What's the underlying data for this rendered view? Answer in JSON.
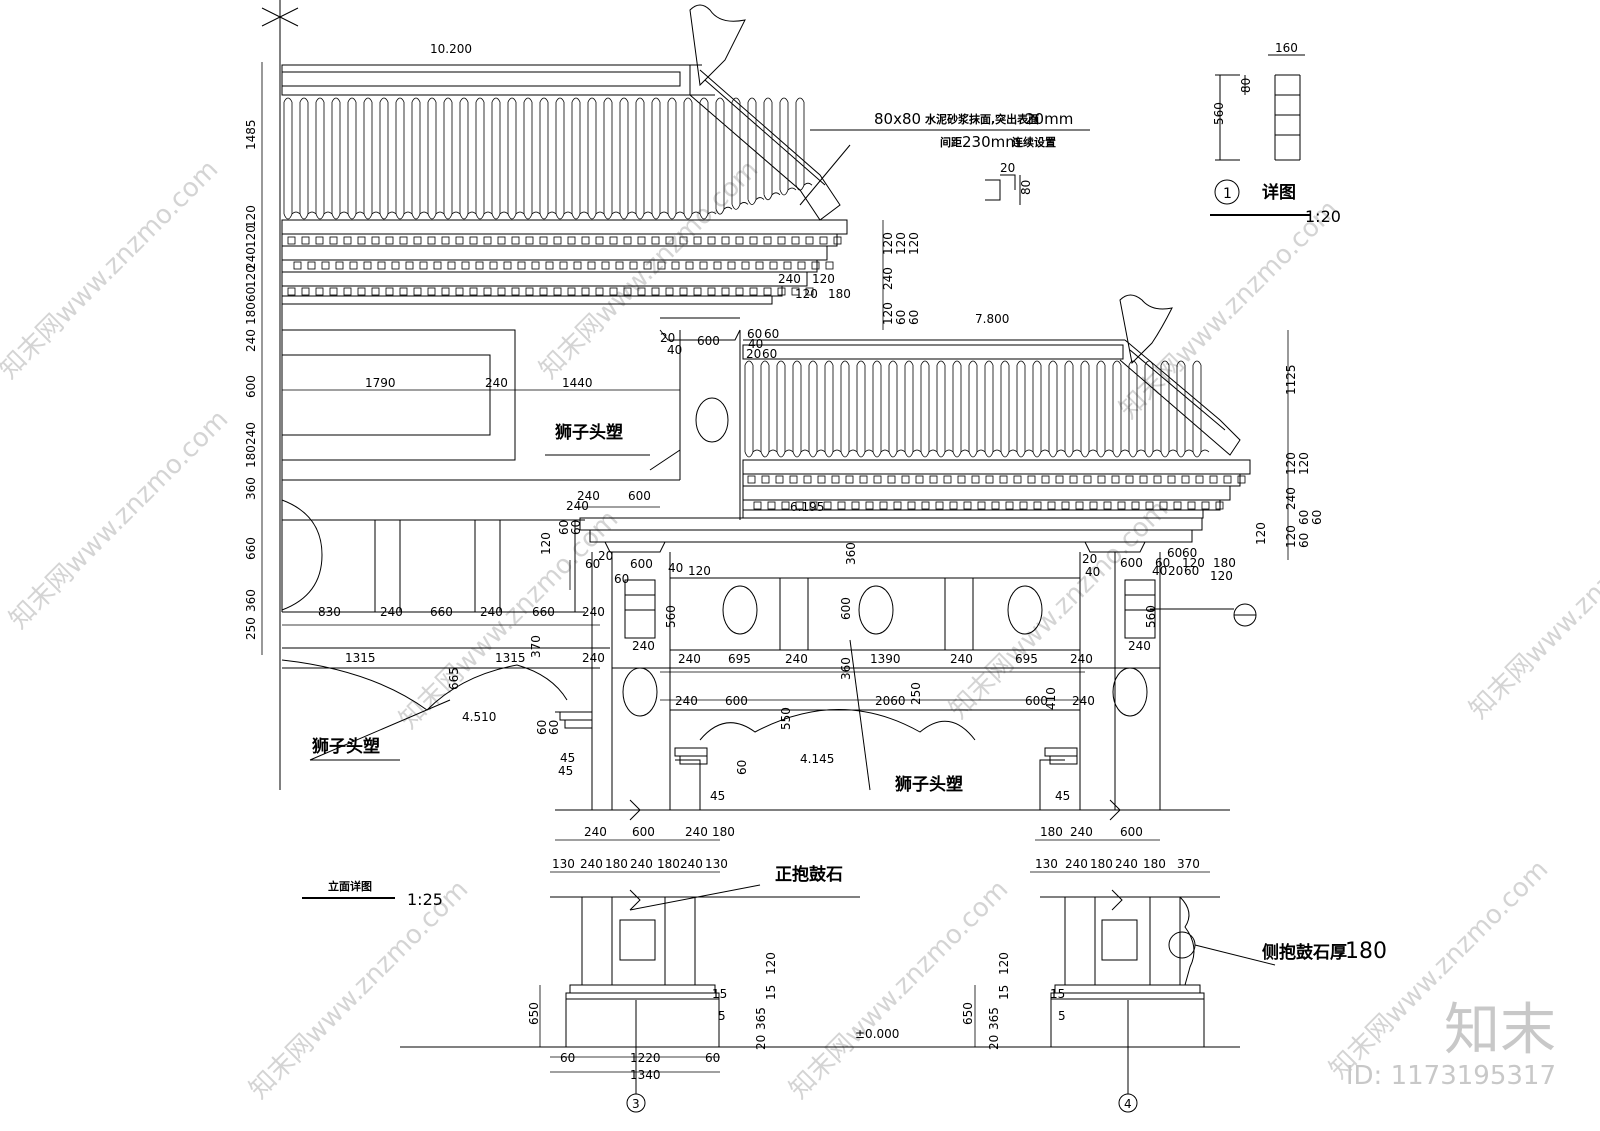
{
  "elevations": {
    "top": "10.200",
    "mid": "7.800",
    "beam": "6.195",
    "arch_left": "4.510",
    "arch_right": "4.145",
    "ground": "±0.000"
  },
  "labels": {
    "lion_upper": "狮子头塑",
    "lion_left": "狮子头塑",
    "lion_center": "狮子头塑",
    "front_drum": "正抱鼓石",
    "side_drum": "侧抱鼓石厚",
    "side_drum_value": "180",
    "detail_title": "详图",
    "detail_num": "1",
    "detail_scale": "1:20",
    "elev_title": "立面详图",
    "elev_scale": "1:25",
    "note1_size": "80x80",
    "note1_text": "水泥砂浆抹面,突出表面",
    "note1_val": "20mm",
    "note2_a": "间距",
    "note2_b": "230mm",
    "note2_c": "连续设置",
    "axis_3": "3",
    "axis_4": "4"
  },
  "dims_left_vertical": [
    "1485",
    "120",
    "120",
    "240",
    "120",
    "60",
    "180",
    "240",
    "600",
    "240",
    "180",
    "360",
    "660",
    "360",
    "250"
  ],
  "dims_right_vertical_upper": [
    "120",
    "120",
    "120",
    "240",
    "120",
    "60",
    "60"
  ],
  "dims_right_vertical_mid": [
    "1125",
    "120",
    "120",
    "240",
    "120",
    "60",
    "60",
    "60"
  ],
  "dims_wall_top": [
    "1790",
    "240",
    "1440"
  ],
  "dims_wall_lower": [
    "830",
    "240",
    "660",
    "240",
    "660",
    "240"
  ],
  "dims_arch_left": [
    "1315",
    "1315",
    "240",
    "665",
    "370"
  ],
  "dims_center_row1": [
    "240",
    "695",
    "240",
    "1390",
    "240",
    "695",
    "240"
  ],
  "dims_center_row2": [
    "240",
    "600",
    "2060",
    "600",
    "240"
  ],
  "dims_center_vert": [
    "360",
    "600",
    "360",
    "250",
    "550",
    "410"
  ],
  "dims_eave": [
    "240",
    "120",
    "120",
    "180"
  ],
  "dims_beam_top": [
    "20",
    "600",
    "40",
    "60",
    "60",
    "40",
    "20",
    "60"
  ],
  "dims_pillar_top_left": [
    "240",
    "600",
    "120",
    "60",
    "60",
    "20",
    "60",
    "600",
    "40",
    "120",
    "60"
  ],
  "dims_pillar_top_right": [
    "20",
    "600",
    "40",
    "60",
    "120",
    "180",
    "60",
    "60",
    "40",
    "120",
    "20",
    "60",
    "120"
  ],
  "dims_pillar_small": [
    "560",
    "240",
    "240",
    "560",
    "240"
  ],
  "dims_step": [
    "60",
    "60",
    "60",
    "45",
    "45",
    "45",
    "45"
  ],
  "dims_base_left_top": [
    "240",
    "600",
    "240",
    "180"
  ],
  "dims_base_right_top": [
    "180",
    "240",
    "600"
  ],
  "dims_base_left_row2": [
    "130",
    "240",
    "180",
    "240",
    "180",
    "240",
    "130"
  ],
  "dims_base_right_row2": [
    "130",
    "240",
    "180",
    "240",
    "180",
    "370"
  ],
  "dims_base_vertical": [
    "650",
    "20",
    "365",
    "15",
    "120",
    "15",
    "5",
    "15",
    "5"
  ],
  "dims_base_bottom": [
    "60",
    "1220",
    "60",
    "1340"
  ],
  "dims_detail": [
    "160",
    "560",
    "80",
    "20",
    "80"
  ],
  "watermark": {
    "site": "知末网www.znzmo.com",
    "logo": "知末",
    "id": "ID: 1173195317"
  }
}
